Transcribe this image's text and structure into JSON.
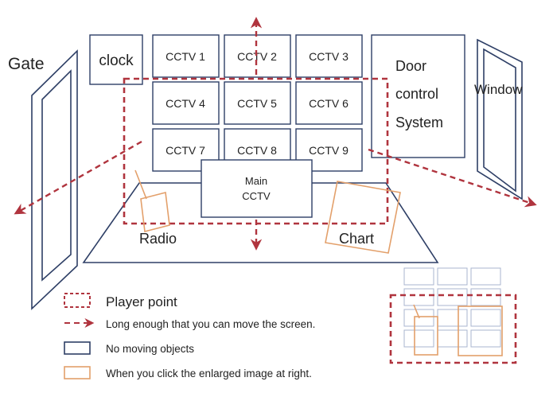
{
  "labels": {
    "gate": "Gate",
    "clock": "clock",
    "door_line1": "Door",
    "door_line2": "control",
    "door_line3": "System",
    "window": "Window",
    "main_cctv_line1": "Main",
    "main_cctv_line2": "CCTV",
    "radio": "Radio",
    "chart": "Chart"
  },
  "cctv": [
    "CCTV 1",
    "CCTV 2",
    "CCTV 3",
    "CCTV 4",
    "CCTV 5",
    "CCTV 6",
    "CCTV 7",
    "CCTV 8",
    "CCTV 9"
  ],
  "legend": {
    "player_point": "Player point",
    "long_enough": "Long enough that you can move the screen.",
    "no_moving": "No moving objects",
    "click_enlarged": "When you click the enlarged image at right."
  },
  "colors": {
    "player_dashed": "#b0343e",
    "static_outline": "#2e3f66",
    "clickable_outline": "#e3a06b",
    "inset_grid": "#a9b4cf"
  }
}
